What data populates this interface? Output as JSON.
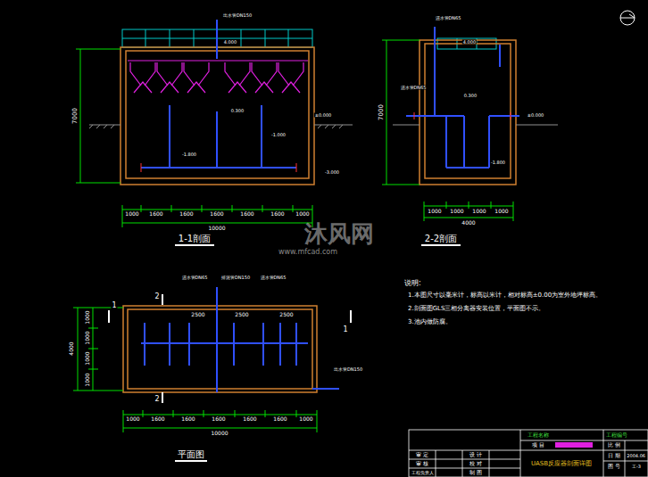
{
  "diagram": {
    "labels": [
      "1-1剖面",
      "2-2剖面",
      "平面图",
      "7000",
      "7000",
      "1000",
      "1600",
      "1600",
      "1600",
      "1600",
      "1600",
      "1000",
      "10000",
      "1000",
      "1000",
      "1000",
      "1000",
      "4000",
      "1000",
      "1600",
      "1600",
      "1600",
      "1600",
      "1600",
      "1000",
      "10000",
      "2500",
      "2500",
      "2500",
      "1000",
      "1000",
      "1000",
      "1000",
      "4000",
      "1",
      "1",
      "2",
      "2",
      "4.000",
      "0.300",
      "-1.000",
      "-1.800",
      "±0.000",
      "-3.000",
      "4.000",
      "0.300",
      "±0.000",
      "-1.800",
      "出水管DN150",
      "进水管DN65",
      "进水管DN65",
      "进水管DN65",
      "排泥管DN150",
      "进水管DN65",
      "出水管DN150",
      "说明:",
      "1.本图尺寸以毫米计，标高以米计，相对标高±0.00为室外地坪标高。",
      "2.剖面图GLS三相分离器安装位置，平面图不示。",
      "3.池内做防腐。",
      "沐风网",
      "www.mfcad.com",
      "工程名称",
      "工程编号",
      "项 目",
      "比 例",
      "日 期",
      "2004.06",
      "图 号",
      "工-3",
      "审 定",
      "设 计",
      "审 核",
      "校 对",
      "工程负责人",
      "制 图",
      "UASB反应器剖面详图"
    ]
  }
}
